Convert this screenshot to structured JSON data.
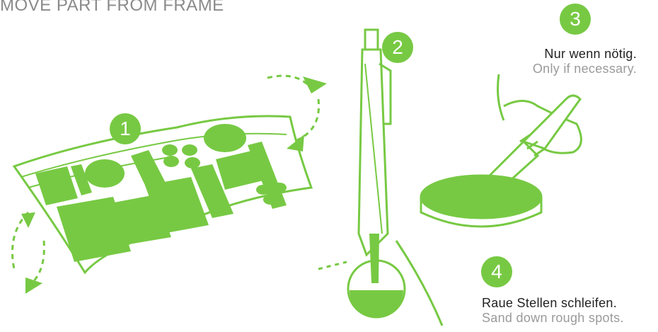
{
  "header": {
    "title": "MOVE PART FROM FRAME"
  },
  "steps": [
    {
      "number": "1",
      "icon": "bend-frame-icon"
    },
    {
      "number": "2",
      "icon": "pen-push-icon"
    },
    {
      "number": "3",
      "icon": "knife-trim-icon",
      "label_de": "Nur wenn nötig.",
      "label_en": "Only if necessary."
    },
    {
      "number": "4",
      "icon": "sand-icon",
      "label_de": "Raue Stellen schleifen.",
      "label_en": "Sand down rough spots."
    }
  ],
  "colors": {
    "accent": "#77c943",
    "text": "#222222",
    "muted": "#9a9a9a",
    "title": "#8a8a8a"
  }
}
